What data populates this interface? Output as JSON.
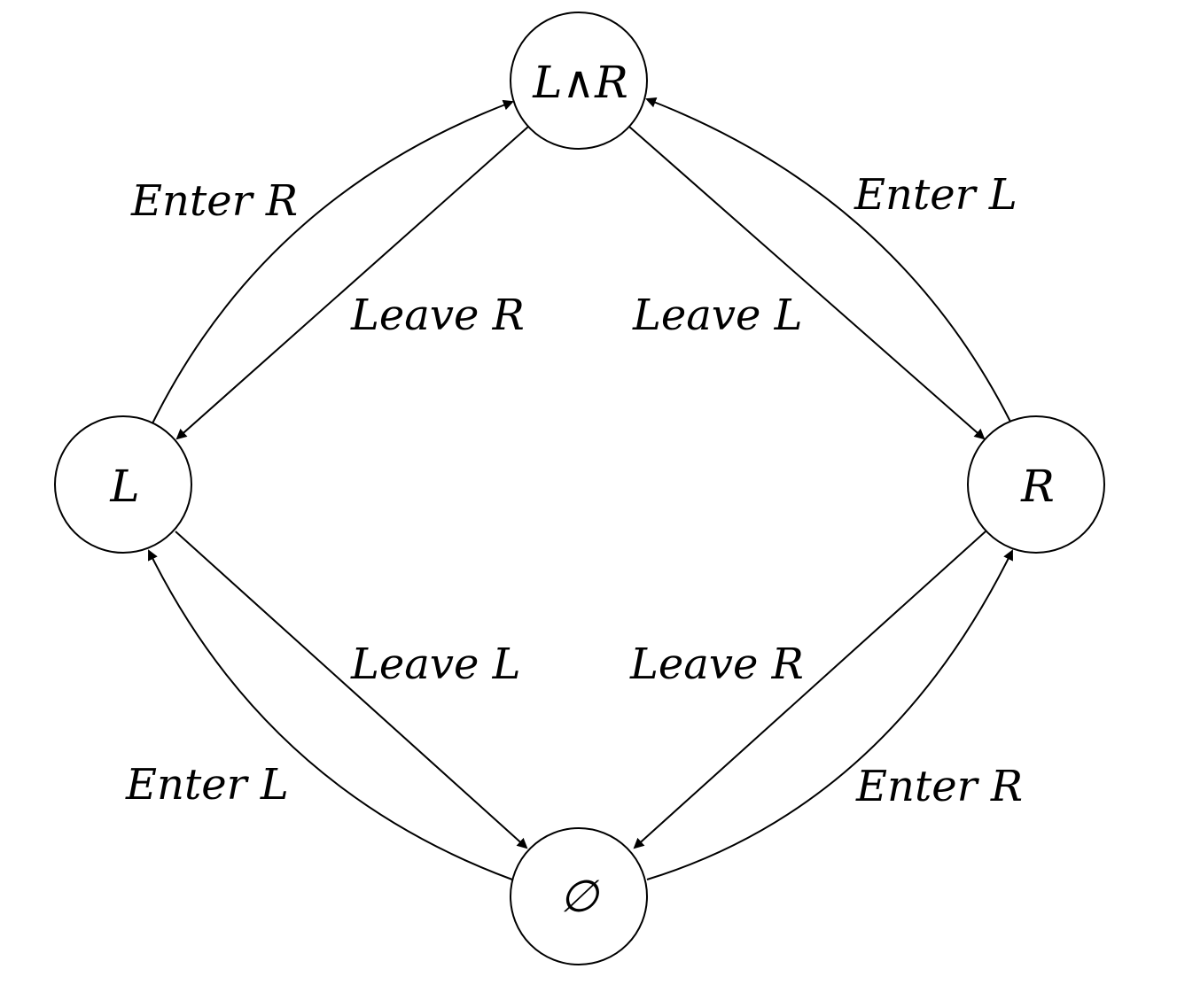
{
  "diagram": {
    "nodes": {
      "top": {
        "label": "L∧R"
      },
      "left": {
        "label": "L"
      },
      "right": {
        "label": "R"
      },
      "bottom": {
        "label": "∅"
      }
    },
    "edges": {
      "left_to_top": {
        "label": "Enter R"
      },
      "top_to_left": {
        "label": "Leave R"
      },
      "top_to_right": {
        "label": "Leave L"
      },
      "right_to_top": {
        "label": "Enter L"
      },
      "bottom_to_left": {
        "label": "Enter L"
      },
      "left_to_bottom": {
        "label": "Leave L"
      },
      "right_to_bottom": {
        "label": "Leave R"
      },
      "bottom_to_right": {
        "label": "Enter R"
      }
    }
  }
}
